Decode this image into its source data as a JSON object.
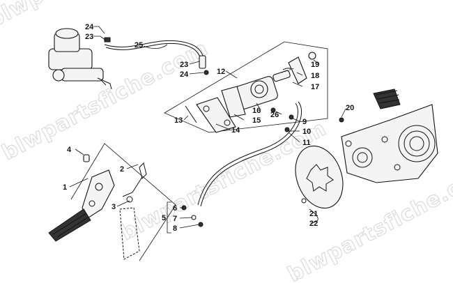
{
  "watermark": {
    "text_1": "blwpartsfiche.com",
    "text_2": "blwpartsfiche.com",
    "text_3": "blwpartsfiche.com",
    "text_4": "blwpartsfiche.com"
  },
  "callouts": {
    "c1": "1",
    "c2": "2",
    "c3": "3",
    "c4": "4",
    "c5": "5",
    "c6": "6",
    "c7": "7",
    "c8": "8",
    "c9": "9",
    "c10": "10",
    "c11": "11",
    "c12": "12",
    "c13": "13",
    "c14": "14",
    "c15": "15",
    "c16": "16",
    "c17": "17",
    "c18": "18",
    "c19": "19",
    "c20": "20",
    "c21": "21",
    "c22": "22",
    "c23a": "23",
    "c24a": "24",
    "c25": "25",
    "c23b": "23",
    "c24b": "24",
    "c26": "26"
  }
}
